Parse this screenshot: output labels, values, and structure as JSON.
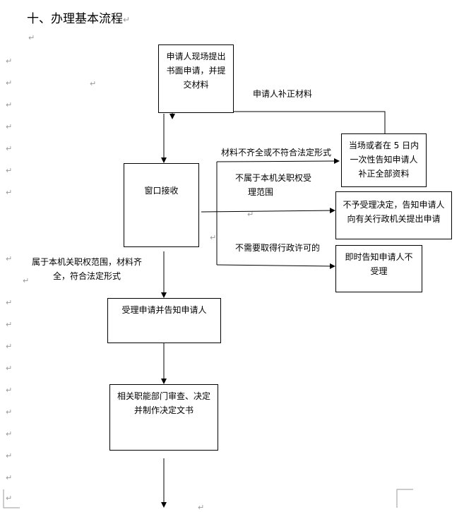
{
  "heading": "十、办理基本流程",
  "boxes": {
    "apply": [
      "申请人现场提出",
      "书面申请，并提",
      "交材料"
    ],
    "window": "窗口接收",
    "notify": [
      "当场或者在 5 日内",
      "一次性告知申请人",
      "补正全部资料"
    ],
    "reject": [
      "不予受理决定，告知申请人",
      "向有关行政机关提出申请"
    ],
    "notaccept": [
      "即时告知申请人不",
      "受理"
    ],
    "accept": "受理申请并告知申请人",
    "review": [
      "相关职能部门审查、决定",
      "并制作决定文书"
    ]
  },
  "labels": {
    "supplement": "申请人补正材料",
    "incomplete": "材料不齐全或不符合法定形式",
    "notscope": [
      "不属于本机关职权受",
      "理范围"
    ],
    "nolicense": "不需要取得行政许可的",
    "inscope": [
      "属于本机关职权范围，材料齐",
      "全，符合法定形式"
    ]
  },
  "para_mark": "↵"
}
